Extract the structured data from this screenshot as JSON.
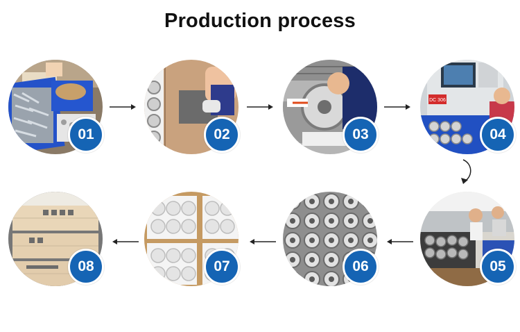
{
  "header": {
    "title": "Production process"
  },
  "steps": [
    {
      "number": "01"
    },
    {
      "number": "02"
    },
    {
      "number": "03"
    },
    {
      "number": "04"
    },
    {
      "number": "05"
    },
    {
      "number": "06"
    },
    {
      "number": "07"
    },
    {
      "number": "08"
    }
  ],
  "photo_labels": {
    "machine_display": "DC 306"
  },
  "colors": {
    "badge": "#1564b4",
    "arrow": "#222222",
    "title": "#111111"
  }
}
